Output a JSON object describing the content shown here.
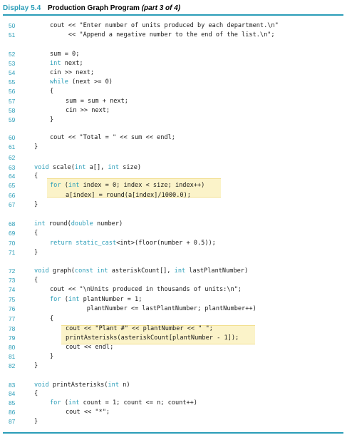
{
  "display": {
    "label": "Display 5.4",
    "title": "Production Graph Program",
    "part": "(part 3 of 4)"
  },
  "lines": [
    {
      "n": "50",
      "indent": 1,
      "tokens": [
        {
          "t": "cout << \"Enter number of units produced by each department.\\n\""
        }
      ]
    },
    {
      "n": "51",
      "indent": 1,
      "tokens": [
        {
          "t": "     << \"Append a negative number to the end of the list.\\n\";"
        }
      ]
    },
    {
      "n": "52",
      "indent": 1,
      "tokens": [
        {
          "t": "sum = 0;"
        }
      ]
    },
    {
      "n": "53",
      "indent": 1,
      "tokens": [
        {
          "t": "int",
          "k": 1
        },
        {
          "t": " next;"
        }
      ]
    },
    {
      "n": "54",
      "indent": 1,
      "tokens": [
        {
          "t": "cin >> next;"
        }
      ]
    },
    {
      "n": "55",
      "indent": 1,
      "tokens": [
        {
          "t": "while",
          "k": 1
        },
        {
          "t": " (next >= 0)"
        }
      ]
    },
    {
      "n": "56",
      "indent": 1,
      "tokens": [
        {
          "t": "{"
        }
      ]
    },
    {
      "n": "57",
      "indent": 2,
      "tokens": [
        {
          "t": "sum = sum + next;"
        }
      ]
    },
    {
      "n": "58",
      "indent": 2,
      "tokens": [
        {
          "t": "cin >> next;"
        }
      ]
    },
    {
      "n": "59",
      "indent": 1,
      "tokens": [
        {
          "t": "}"
        }
      ]
    },
    {
      "n": "60",
      "indent": 1,
      "tokens": [
        {
          "t": "cout << \"Total = \" << sum << endl;"
        }
      ]
    },
    {
      "n": "61",
      "indent": 0,
      "tokens": [
        {
          "t": "}"
        }
      ]
    },
    {
      "n": "62",
      "indent": 0,
      "tokens": []
    },
    {
      "n": "63",
      "indent": 0,
      "tokens": [
        {
          "t": "void",
          "k": 1
        },
        {
          "t": " scale("
        },
        {
          "t": "int",
          "k": 1
        },
        {
          "t": " a[], "
        },
        {
          "t": "int",
          "k": 1
        },
        {
          "t": " size)"
        }
      ]
    },
    {
      "n": "64",
      "indent": 0,
      "tokens": [
        {
          "t": "{"
        }
      ]
    },
    {
      "n": "65",
      "indent": 1,
      "tokens": [
        {
          "t": "for",
          "k": 1
        },
        {
          "t": " ("
        },
        {
          "t": "int",
          "k": 1
        },
        {
          "t": " index = 0; index < size; index++)"
        }
      ]
    },
    {
      "n": "66",
      "indent": 2,
      "tokens": [
        {
          "t": "a[index] = round(a[index]/1000.0);"
        }
      ]
    },
    {
      "n": "67",
      "indent": 0,
      "tokens": [
        {
          "t": "}"
        }
      ]
    },
    {
      "n": "68",
      "indent": 0,
      "tokens": [
        {
          "t": "int",
          "k": 1
        },
        {
          "t": " round("
        },
        {
          "t": "double",
          "k": 1
        },
        {
          "t": " number)"
        }
      ]
    },
    {
      "n": "69",
      "indent": 0,
      "tokens": [
        {
          "t": "{"
        }
      ]
    },
    {
      "n": "70",
      "indent": 1,
      "tokens": [
        {
          "t": "return",
          "k": 1
        },
        {
          "t": " "
        },
        {
          "t": "static_cast",
          "k": 1
        },
        {
          "t": "<int>(floor(number + 0.5));"
        }
      ]
    },
    {
      "n": "71",
      "indent": 0,
      "tokens": [
        {
          "t": "}"
        }
      ]
    },
    {
      "n": "72",
      "indent": 0,
      "tokens": [
        {
          "t": "void",
          "k": 1
        },
        {
          "t": " graph("
        },
        {
          "t": "const",
          "k": 1
        },
        {
          "t": " "
        },
        {
          "t": "int",
          "k": 1
        },
        {
          "t": " asteriskCount[], "
        },
        {
          "t": "int",
          "k": 1
        },
        {
          "t": " lastPlantNumber)"
        }
      ]
    },
    {
      "n": "73",
      "indent": 0,
      "tokens": [
        {
          "t": "{"
        }
      ]
    },
    {
      "n": "74",
      "indent": 1,
      "tokens": [
        {
          "t": "cout << \"\\nUnits produced in thousands of units:\\n\";"
        }
      ]
    },
    {
      "n": "75",
      "indent": 1,
      "tokens": [
        {
          "t": "for",
          "k": 1
        },
        {
          "t": " ("
        },
        {
          "t": "int",
          "k": 1
        },
        {
          "t": " plantNumber = 1;"
        }
      ]
    },
    {
      "n": "76",
      "indent": 1,
      "tokens": [
        {
          "t": "          plantNumber <= lastPlantNumber; plantNumber++)"
        }
      ]
    },
    {
      "n": "77",
      "indent": 1,
      "tokens": [
        {
          "t": "{"
        }
      ]
    },
    {
      "n": "78",
      "indent": 2,
      "tokens": [
        {
          "t": "cout << \"Plant #\" << plantNumber << \" \";"
        }
      ]
    },
    {
      "n": "79",
      "indent": 2,
      "tokens": [
        {
          "t": "printAsterisks(asteriskCount[plantNumber - 1]);"
        }
      ]
    },
    {
      "n": "80",
      "indent": 2,
      "tokens": [
        {
          "t": "cout << endl;"
        }
      ]
    },
    {
      "n": "81",
      "indent": 1,
      "tokens": [
        {
          "t": "}"
        }
      ]
    },
    {
      "n": "82",
      "indent": 0,
      "tokens": [
        {
          "t": "}"
        }
      ]
    },
    {
      "n": "83",
      "indent": 0,
      "tokens": [
        {
          "t": "void",
          "k": 1
        },
        {
          "t": " printAsterisks("
        },
        {
          "t": "int",
          "k": 1
        },
        {
          "t": " n)"
        }
      ]
    },
    {
      "n": "84",
      "indent": 0,
      "tokens": [
        {
          "t": "{"
        }
      ]
    },
    {
      "n": "85",
      "indent": 1,
      "tokens": [
        {
          "t": "for",
          "k": 1
        },
        {
          "t": " ("
        },
        {
          "t": "int",
          "k": 1
        },
        {
          "t": " count = 1; count <= n; count++)"
        }
      ]
    },
    {
      "n": "86",
      "indent": 2,
      "tokens": [
        {
          "t": "cout << \"*\";"
        }
      ]
    },
    {
      "n": "87",
      "indent": 0,
      "tokens": [
        {
          "t": "}"
        }
      ]
    }
  ],
  "colors": {
    "accent": "#2a9db8",
    "highlight": "#fbf3c9"
  }
}
